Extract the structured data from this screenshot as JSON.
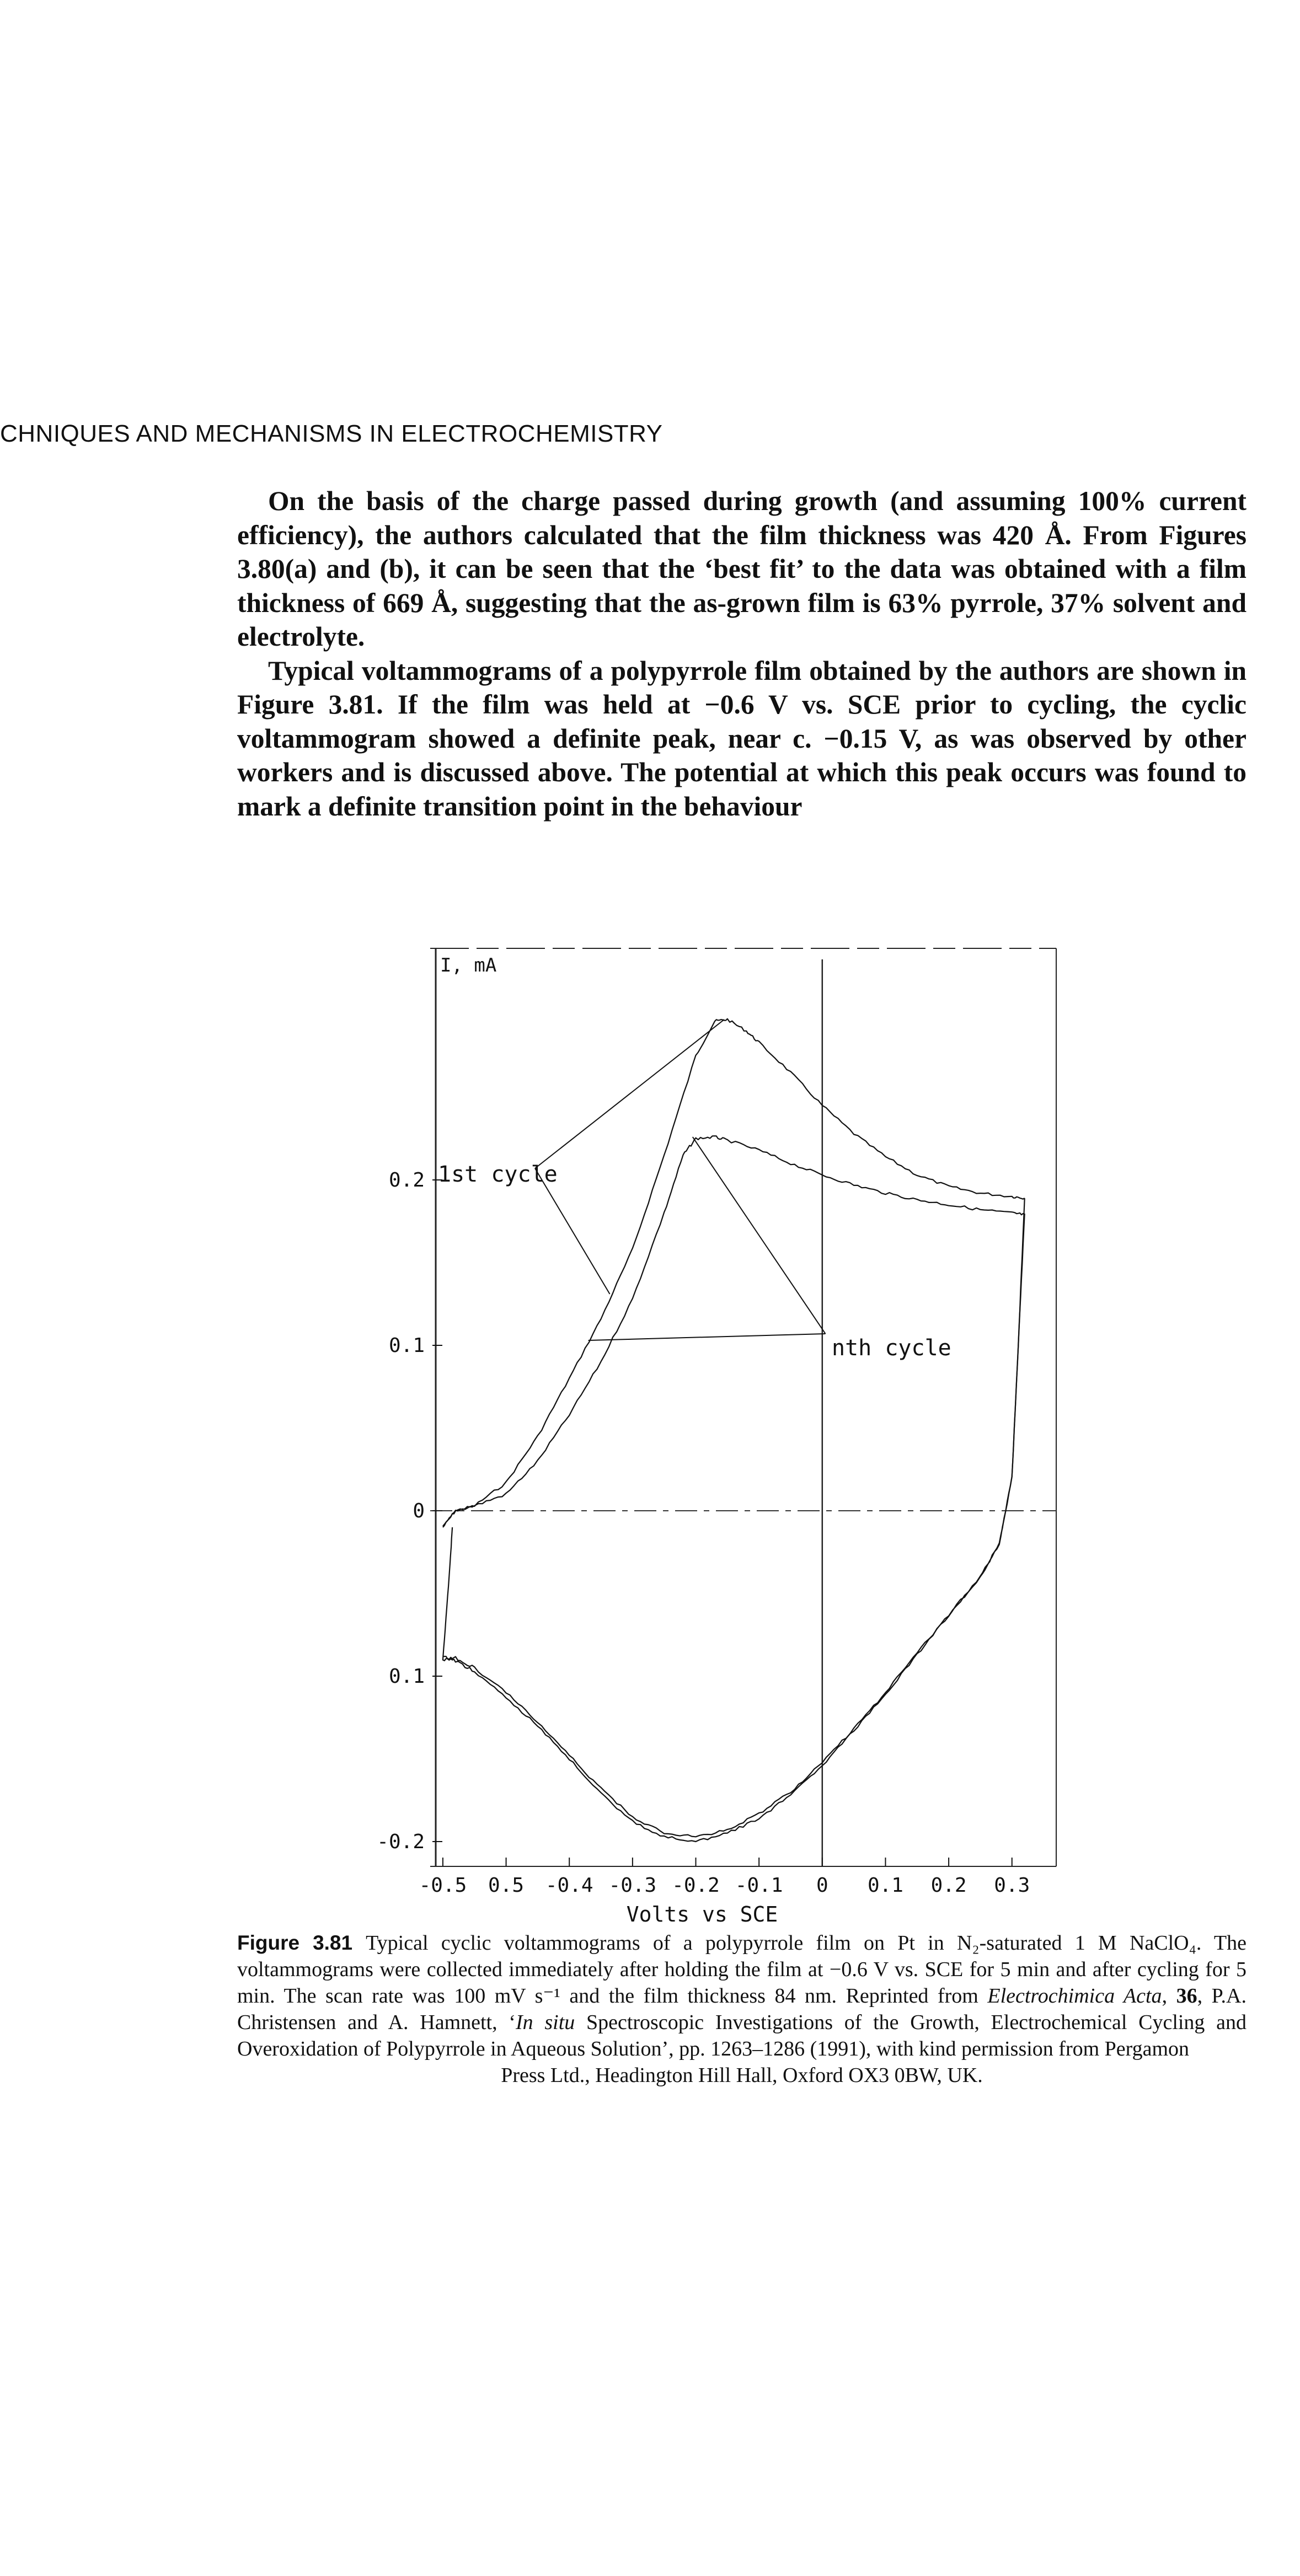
{
  "running_head": "CHNIQUES AND MECHANISMS IN ELECTROCHEMISTRY",
  "paragraphs": [
    "On the basis of the charge passed during growth (and assuming 100% current efficiency), the authors calculated that the film thickness was 420 Å. From Figures 3.80(a) and (b), it can be seen that the ‘best fit’ to the data was obtained with a film thickness of 669 Å, suggesting that the as-grown film is 63% pyrrole, 37% solvent and electrolyte.",
    "Typical voltammograms of a polypyrrole film obtained by the authors are shown in Figure 3.81. If the film was held at −0.6 V vs. SCE prior to cycling, the cyclic voltammogram showed a definite peak, near c. −0.15 V, as was observed by other workers and is discussed above. The potential at which this peak occurs was found to mark a definite transition point in the behaviour"
  ],
  "caption": {
    "label": "Figure 3.81",
    "part1": "Typical cyclic voltammograms of a polypyrrole film on Pt in N₂-saturated 1 M NaClO₄. The voltammograms were collected immediately after holding the film at −0.6 V vs. SCE for 5 min and after cycling for 5 min. The scan rate was 100 mV s⁻¹ and the film thickness 84 nm. Reprinted from ",
    "journal": "Electrochimica Acta",
    "comma": ", ",
    "volume": "36",
    "part2": ", P.A. Christensen and A. Hamnett, ‘",
    "title_italic": "In situ",
    "part3": " Spectroscopic Investigations of the Growth, Electrochemical Cycling and Overoxidation of Polypyrrole in Aqueous Solution’, pp. 1263–1286 (1991), with kind permission from Pergamon",
    "last_line": "Press Ltd., Headington Hill Hall, Oxford OX3 0BW, UK."
  },
  "chart_data": {
    "type": "line",
    "ylabel": "I, mA",
    "xlabel": "Volts vs SCE",
    "x_tick_labels": [
      "-0.5",
      "0.5",
      "-0.4",
      "-0.3",
      "-0.2",
      "-0.1",
      "0",
      "0.1",
      "0.2",
      "0.3"
    ],
    "x_tick_values": [
      -0.6,
      -0.5,
      -0.4,
      -0.3,
      -0.2,
      -0.1,
      0.0,
      0.1,
      0.2,
      0.3
    ],
    "y_tick_labels": [
      "0.2",
      "0.1",
      "0",
      "0.1",
      "-0.2"
    ],
    "y_tick_values": [
      0.2,
      0.1,
      0.0,
      -0.1,
      -0.2
    ],
    "xlim": [
      -0.62,
      0.37
    ],
    "ylim": [
      -0.215,
      0.34
    ],
    "annotations": [
      "1st cycle",
      "nth cycle"
    ],
    "series": [
      {
        "name": "1st cycle",
        "anodic": {
          "x": [
            -0.6,
            -0.58,
            -0.55,
            -0.5,
            -0.45,
            -0.4,
            -0.35,
            -0.3,
            -0.25,
            -0.2,
            -0.17,
            -0.15,
            -0.12,
            -0.1,
            -0.05,
            0.0,
            0.05,
            0.1,
            0.15,
            0.2,
            0.25,
            0.3,
            0.32
          ],
          "y": [
            -0.01,
            0.0,
            0.003,
            0.017,
            0.045,
            0.08,
            0.116,
            0.158,
            0.215,
            0.275,
            0.296,
            0.297,
            0.29,
            0.283,
            0.265,
            0.245,
            0.228,
            0.214,
            0.203,
            0.196,
            0.192,
            0.19,
            0.189
          ]
        },
        "cathodic": {
          "x": [
            0.32,
            0.31,
            0.3,
            0.28,
            0.25,
            0.2,
            0.15,
            0.1,
            0.05,
            0.0,
            -0.05,
            -0.1,
            -0.15,
            -0.2,
            -0.25,
            -0.3,
            -0.35,
            -0.4,
            -0.45,
            -0.5,
            -0.55,
            -0.58,
            -0.6,
            -0.59,
            -0.585
          ],
          "y": [
            0.189,
            0.1,
            0.02,
            -0.02,
            -0.04,
            -0.063,
            -0.086,
            -0.11,
            -0.132,
            -0.152,
            -0.17,
            -0.183,
            -0.193,
            -0.197,
            -0.195,
            -0.185,
            -0.168,
            -0.148,
            -0.128,
            -0.11,
            -0.095,
            -0.089,
            -0.09,
            -0.04,
            -0.01
          ]
        }
      },
      {
        "name": "nth cycle",
        "anodic": {
          "x": [
            -0.6,
            -0.58,
            -0.55,
            -0.5,
            -0.45,
            -0.4,
            -0.35,
            -0.3,
            -0.25,
            -0.22,
            -0.2,
            -0.17,
            -0.15,
            -0.1,
            -0.05,
            0.0,
            0.05,
            0.1,
            0.15,
            0.2,
            0.25,
            0.3,
            0.32
          ],
          "y": [
            -0.01,
            0.0,
            0.003,
            0.01,
            0.03,
            0.058,
            0.09,
            0.128,
            0.18,
            0.215,
            0.225,
            0.226,
            0.224,
            0.218,
            0.21,
            0.203,
            0.197,
            0.192,
            0.188,
            0.185,
            0.182,
            0.18,
            0.179
          ]
        },
        "cathodic": {
          "x": [
            0.32,
            0.31,
            0.3,
            0.28,
            0.25,
            0.2,
            0.15,
            0.1,
            0.05,
            0.0,
            -0.05,
            -0.1,
            -0.15,
            -0.2,
            -0.25,
            -0.3,
            -0.35,
            -0.4,
            -0.45,
            -0.5,
            -0.55,
            -0.58,
            -0.6
          ],
          "y": [
            0.179,
            0.1,
            0.02,
            -0.02,
            -0.04,
            -0.063,
            -0.087,
            -0.111,
            -0.133,
            -0.154,
            -0.172,
            -0.186,
            -0.195,
            -0.2,
            -0.197,
            -0.188,
            -0.171,
            -0.15,
            -0.13,
            -0.113,
            -0.097,
            -0.091,
            -0.088
          ]
        }
      }
    ]
  }
}
